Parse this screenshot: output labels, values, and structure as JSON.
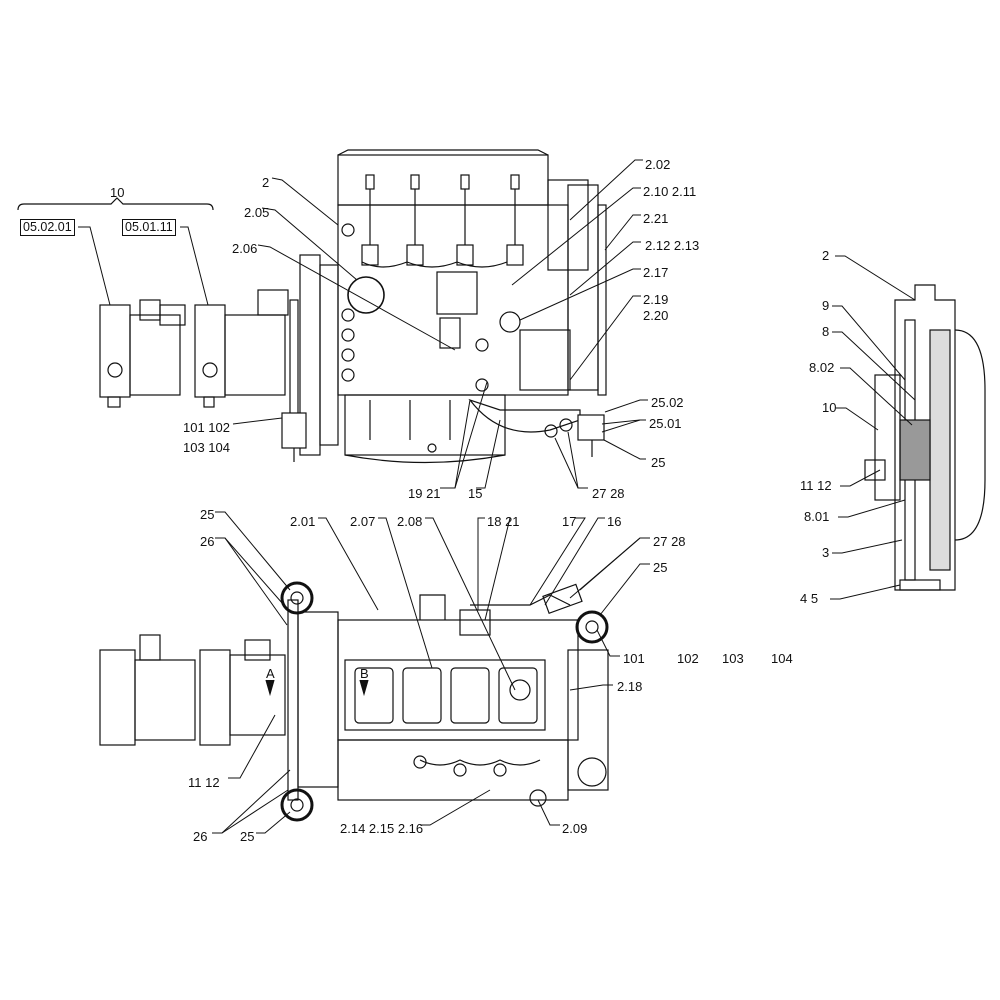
{
  "top_view": {
    "group_label": "10",
    "part_boxes": [
      "05.02.01",
      "05.01.11"
    ],
    "callouts": {
      "c2": "2",
      "c205": "2.05",
      "c206": "2.06",
      "c101_102": "101  102",
      "c103_104": "103  104",
      "c202": "2.02",
      "c210_211": "2.10   2.11",
      "c221": "2.21",
      "c212_213": "2.12   2.13",
      "c217": "2.17",
      "c219": "2.19",
      "c220": "2.20",
      "c2502": "25.02",
      "c2501": "25.01",
      "c25": "25",
      "c19_21": "19  21",
      "c15": "15",
      "c27_28": "27   28"
    }
  },
  "bottom_view": {
    "callouts": {
      "c25a": "25",
      "c26a": "26",
      "c201": "2.01",
      "c207": "2.07",
      "c208": "2.08",
      "c18_21": "18   21",
      "c17": "17",
      "c16": "16",
      "c27_28": "27   28",
      "c25b": "25",
      "c101": "101",
      "c102": "102",
      "c103": "103",
      "c104": "104",
      "c218": "2.18",
      "cA": "A",
      "cB": "B",
      "c11_12": "11  12",
      "c26b": "26",
      "c25c": "25",
      "c214_216": "2.14 2.15 2.16",
      "c209": "2.09"
    }
  },
  "side_view": {
    "callouts": {
      "c2": "2",
      "c9": "9",
      "c8": "8",
      "c802": "8.02",
      "c10": "10",
      "c11_12": "11  12",
      "c801": "8.01",
      "c3": "3",
      "c4_5": "4   5"
    }
  }
}
